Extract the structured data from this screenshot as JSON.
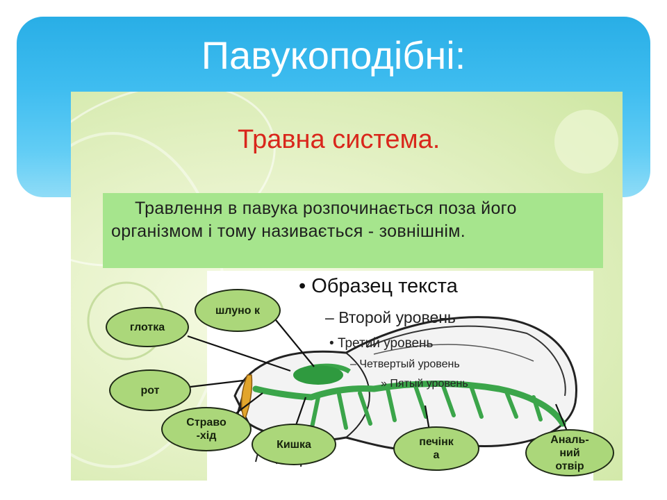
{
  "page": {
    "title": "Павукоподібні:"
  },
  "slide": {
    "subtitle": "Травна система.",
    "description": "Травлення в павука розпочинається поза його організмом і тому називається  - зовнішнім."
  },
  "diagram": {
    "labels": {
      "throat": "глотка",
      "stomach": "шлуно к",
      "mouth": "рот",
      "esophagus": "Страво -хід",
      "intestine": "Кишка",
      "liver": "печінк а",
      "anus": "Аналь- ний отвір"
    },
    "placeholder_outline": {
      "level1": "Образец текста",
      "level2": "Второй уровень",
      "level3": "Третий уровень",
      "level4": "Четвертый уровень",
      "level5": "Пятый уровень"
    }
  },
  "colors": {
    "title_band": "#3fbdf0",
    "slide_background": "#dfeebf",
    "text_box": "#a6e58d",
    "subtitle": "#d9271c",
    "label_bubble": "#abd77a",
    "digestive_tract": "#3ba54a"
  }
}
